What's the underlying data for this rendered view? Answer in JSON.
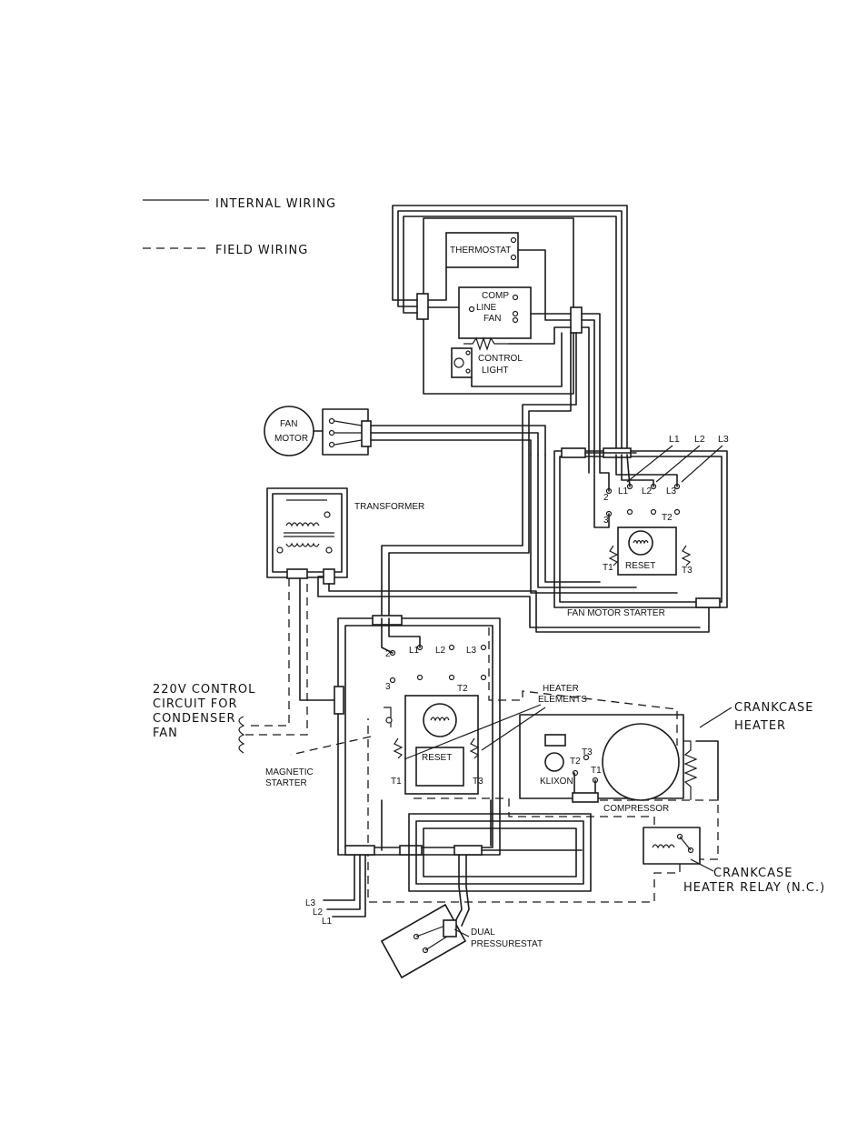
{
  "legend": {
    "internal": "INTERNAL WIRING",
    "field": "FIELD WIRING"
  },
  "components": {
    "thermostat": "THERMOSTAT",
    "comp": "COMP",
    "line": "LINE",
    "fan": "FAN",
    "control": "CONTROL",
    "light": "LIGHT",
    "fan_motor_1": "FAN",
    "fan_motor_2": "MOTOR",
    "transformer": "TRANSFORMER",
    "fan_motor_starter": "FAN MOTOR STARTER",
    "reset_fan": "RESET",
    "reset_mag": "RESET",
    "heater_elements_1": "HEATER",
    "heater_elements_2": "ELEMENTS",
    "magnetic_1": "MAGNETIC",
    "magnetic_2": "STARTER",
    "klixon": "KLIXON",
    "compressor": "COMPRESSOR",
    "crankcase_heater_1": "CRANKCASE",
    "crankcase_heater_2": "HEATER",
    "relay_1": "CRANKCASE",
    "relay_2": "HEATER  RELAY (N.C.)",
    "dual_1": "DUAL",
    "dual_2": "PRESSURESTAT",
    "control_circuit_1": "220V  CONTROL",
    "control_circuit_2": "CIRCUIT  FOR",
    "control_circuit_3": "CONDENSER",
    "control_circuit_4": "FAN"
  },
  "terminals": {
    "l1": "L1",
    "l2": "L2",
    "l3": "L3",
    "t1": "T1",
    "t2": "T2",
    "t3": "T3",
    "n2": "2",
    "n3": "3"
  }
}
